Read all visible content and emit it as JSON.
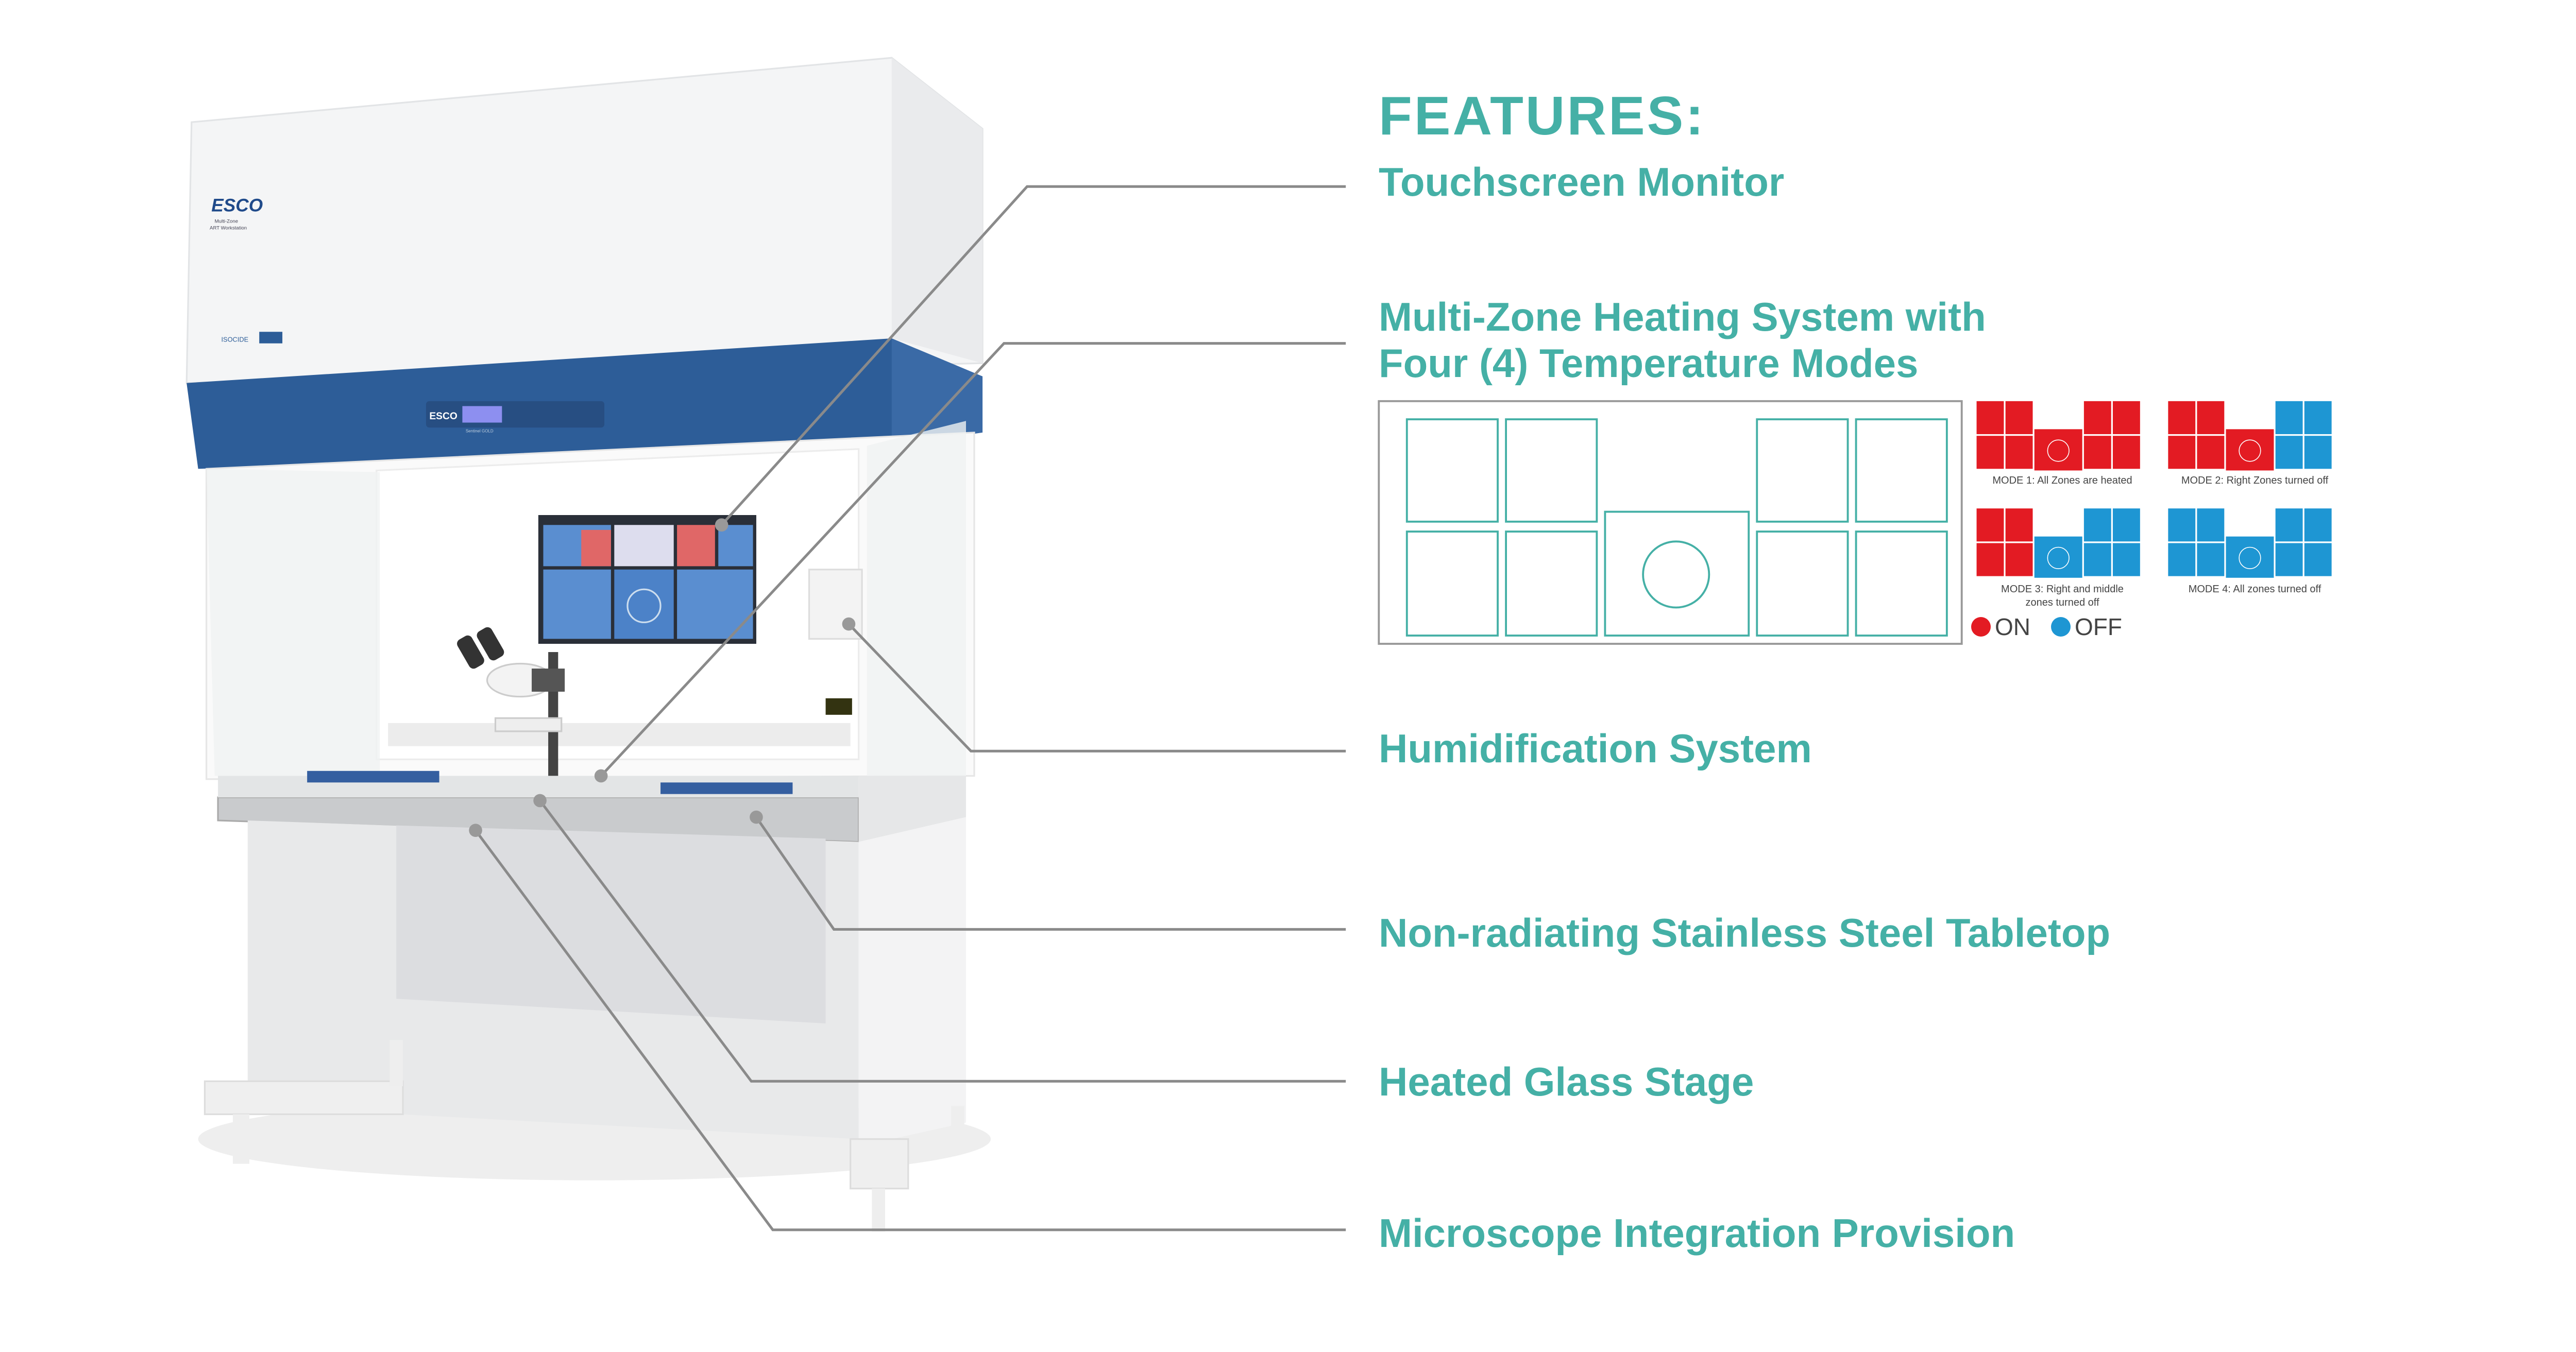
{
  "heading": "FEATURES:",
  "features": [
    "Touchscreen Monitor",
    "Multi-Zone Heating System with",
    "Four (4) Temperature Modes",
    "Humidification System",
    "Non-radiating Stainless Steel Tabletop",
    "Heated Glass Stage",
    "Microscope Integration Provision"
  ],
  "cabinet": {
    "brand": "ESCO",
    "model_line1": "Multi-Zone",
    "model_line2": "ART Workstation",
    "badge": "ISOCIDE",
    "panel": "Sentinel GOLD"
  },
  "modes": [
    {
      "caption": "MODE 1: All Zones are heated",
      "left": "on",
      "middle": "on",
      "right": "on"
    },
    {
      "caption": "MODE 2: Right Zones turned off",
      "left": "on",
      "middle": "on",
      "right": "off"
    },
    {
      "caption": "MODE 3: Right and middle zones turned off",
      "left": "on",
      "middle": "off",
      "right": "off"
    },
    {
      "caption": "MODE 4: All zones turned off",
      "left": "off",
      "middle": "off",
      "right": "off"
    }
  ],
  "legend": {
    "on": "ON",
    "off": "OFF"
  },
  "colors": {
    "accent": "#45b0a6",
    "on": "#e31b23",
    "off": "#1e96d3",
    "cabinet_blue": "#2d5d98"
  }
}
